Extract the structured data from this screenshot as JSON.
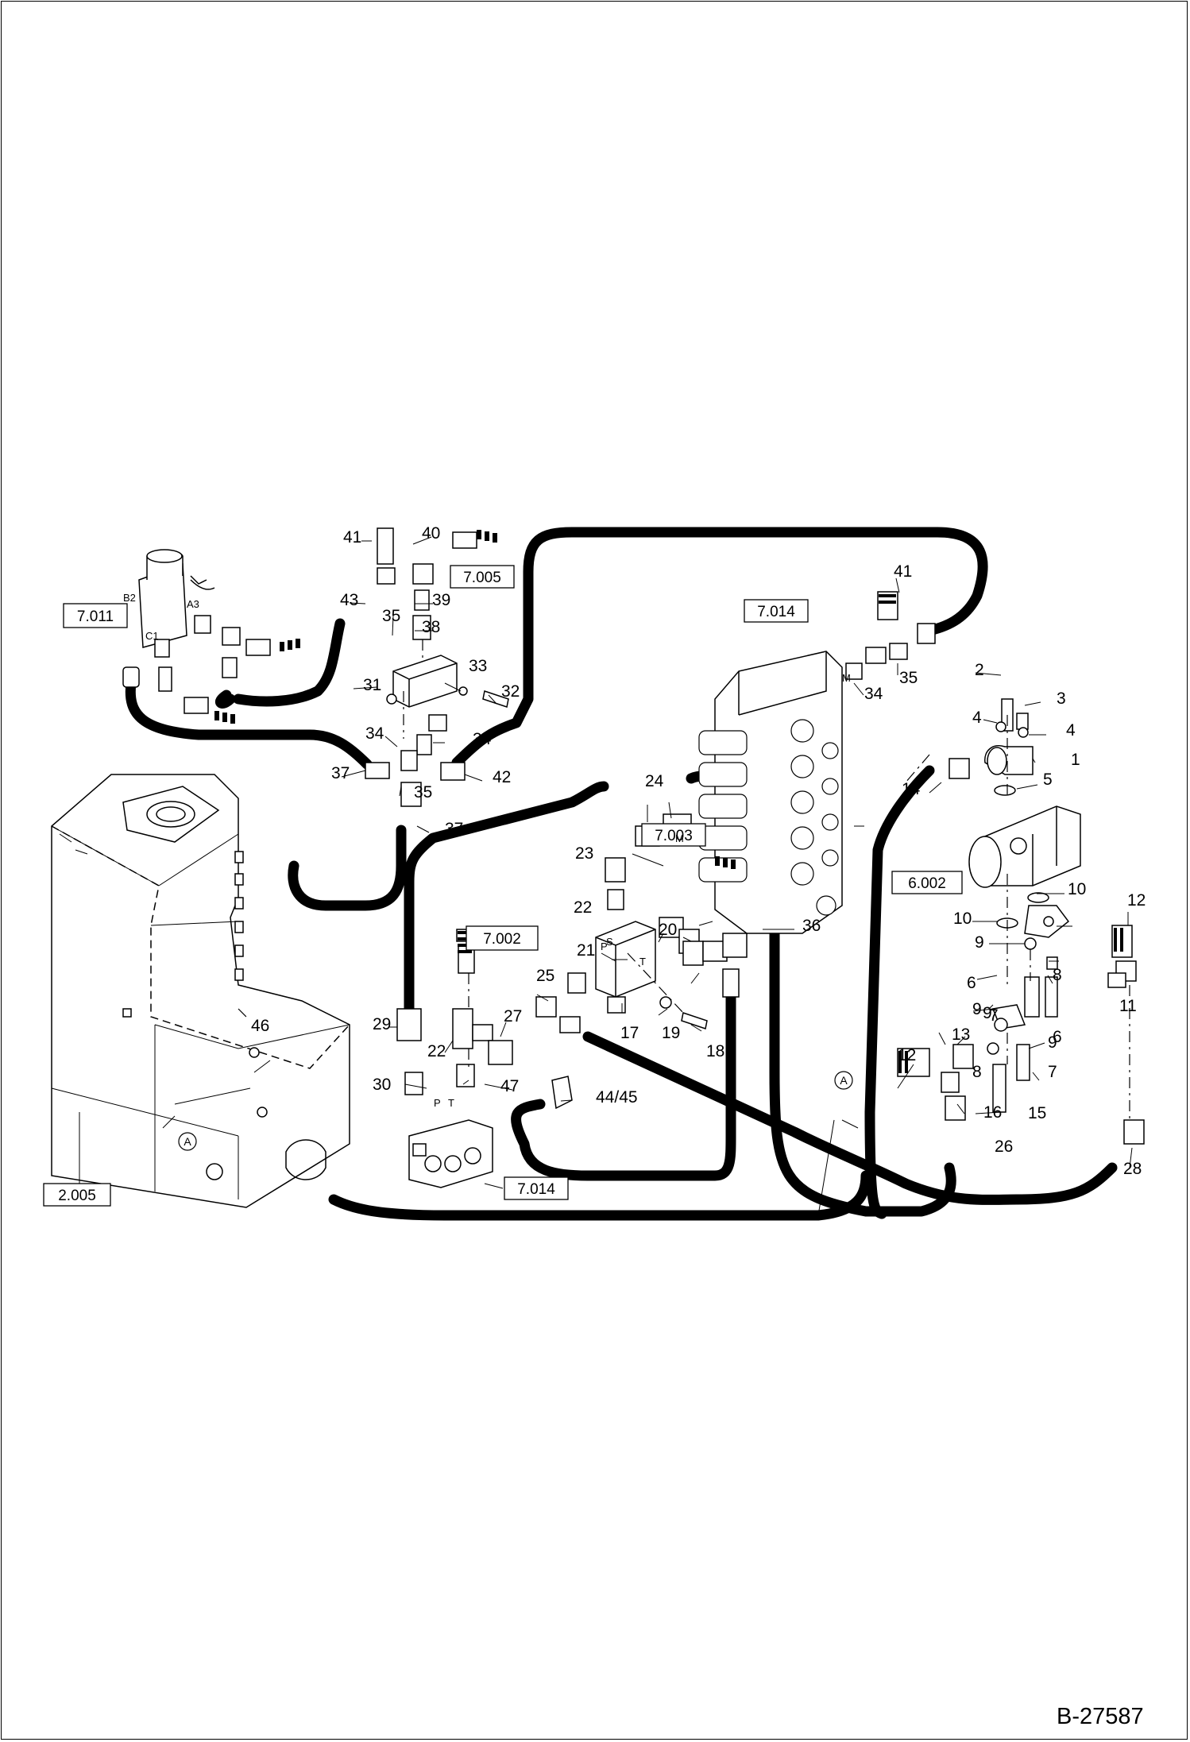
{
  "drawing_code": "B-27587",
  "ref_boxes": [
    "7.011",
    "7.005",
    "7.014",
    "7.003",
    "7.002",
    "6.002",
    "2.005",
    "7.014"
  ],
  "part_numbers": [
    "41",
    "40",
    "43",
    "39",
    "35",
    "38",
    "31",
    "33",
    "32",
    "34",
    "34",
    "37",
    "35",
    "42",
    "37",
    "41",
    "35",
    "34",
    "2",
    "3",
    "4",
    "4",
    "1",
    "5",
    "14",
    "24",
    "23",
    "22",
    "20",
    "21",
    "25",
    "17",
    "19",
    "18",
    "36",
    "12",
    "11",
    "10",
    "10",
    "6",
    "9",
    "9",
    "8",
    "7",
    "6",
    "9",
    "13",
    "12",
    "9",
    "8",
    "7",
    "15",
    "16",
    "26",
    "28",
    "29",
    "22",
    "27",
    "30",
    "47",
    "44/45",
    "46"
  ],
  "port_labels": [
    "B2",
    "A3",
    "C1",
    "M",
    "M",
    "P",
    "T",
    "S",
    "P",
    "T"
  ],
  "section_marker": "A"
}
